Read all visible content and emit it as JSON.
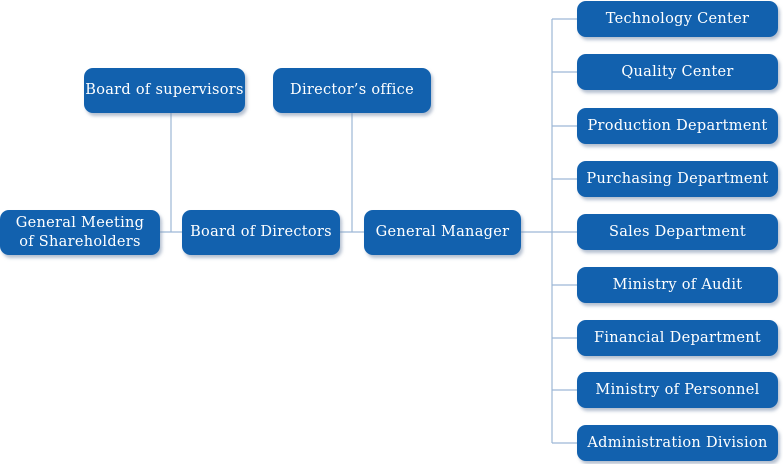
{
  "colors": {
    "box_fill": "#1261ae",
    "box_text": "#ffffff",
    "connector": "#9db8d6"
  },
  "nodes": {
    "shareholders": "General Meeting\nof Shareholders",
    "board_of_directors": "Board of Directors",
    "board_of_supervisors": "Board of supervisors",
    "directors_office": "Director’s office",
    "general_manager": "General Manager",
    "departments": [
      "Technology Center",
      "Quality Center",
      "Production Department",
      "Purchasing Department",
      "Sales Department",
      "Ministry of Audit",
      "Financial Department",
      "Ministry of Personnel",
      "Administration Division"
    ]
  }
}
